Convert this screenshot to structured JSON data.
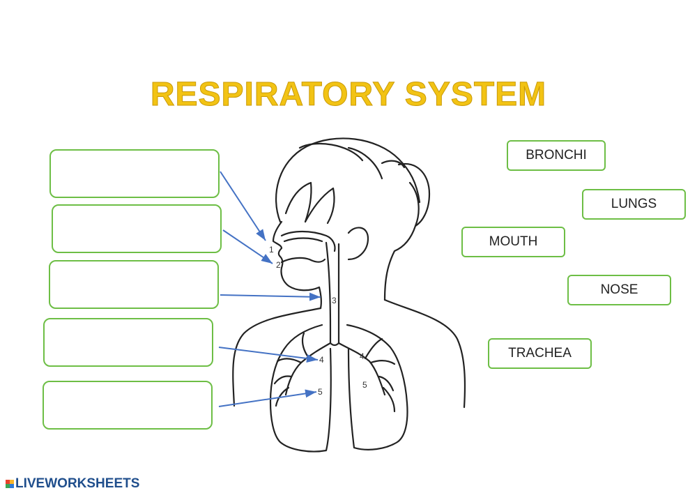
{
  "title": "RESPIRATORY SYSTEM",
  "word_bank": [
    "BRONCHI",
    "LUNGS",
    "MOUTH",
    "NOSE",
    "TRACHEA"
  ],
  "answer_boxes": [
    "",
    "",
    "",
    "",
    ""
  ],
  "diagram_labels": [
    "1",
    "2",
    "3",
    "4",
    "4",
    "5",
    "5"
  ],
  "brand": "LIVEWORKSHEETS",
  "colors": {
    "title": "#F2C314",
    "box_border": "#6DBE45",
    "arrow": "#4472C4",
    "brand": "#1f4e8c"
  }
}
